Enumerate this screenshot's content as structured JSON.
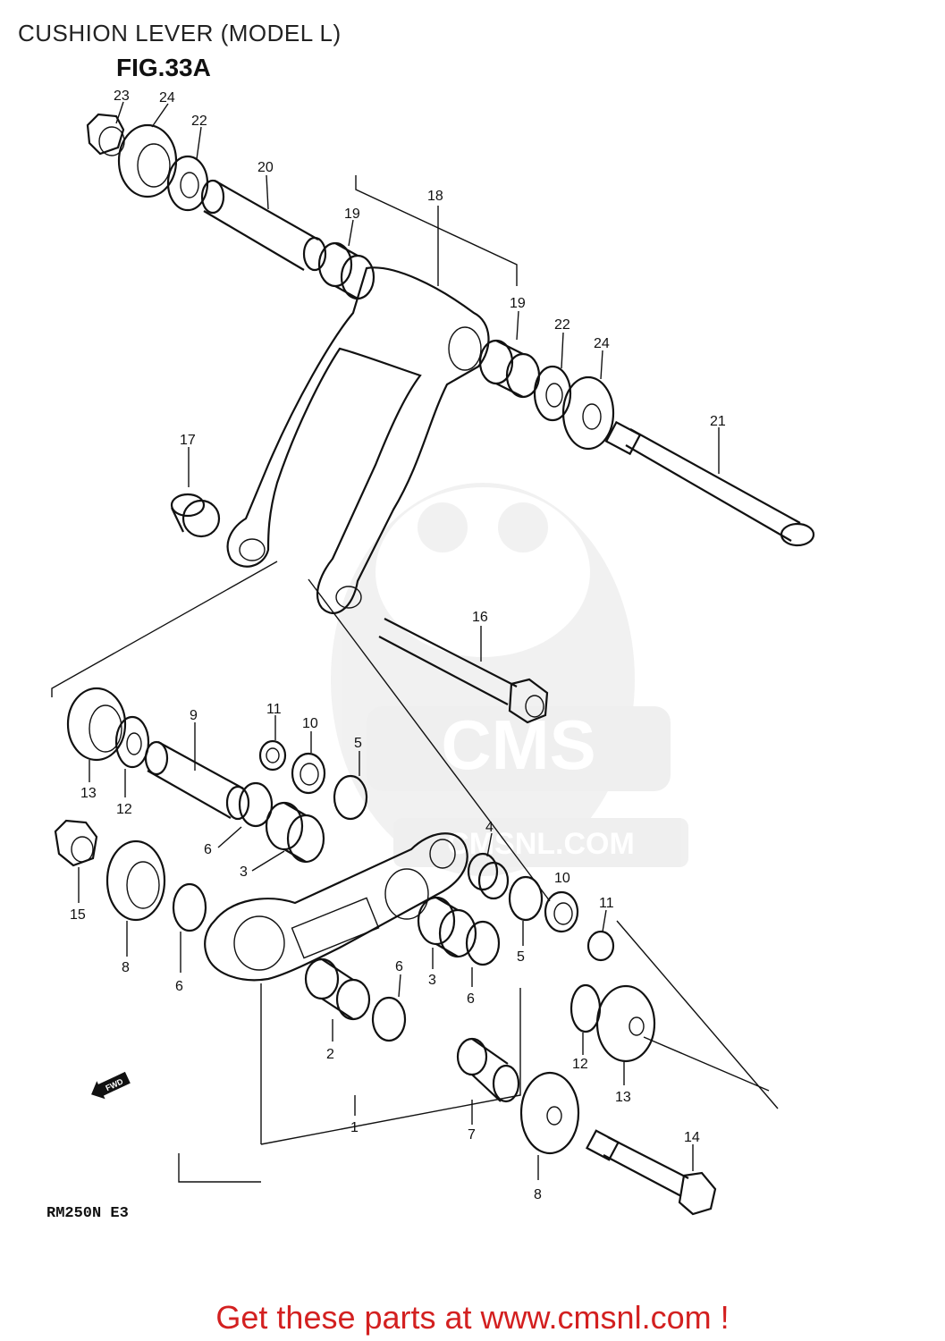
{
  "header": {
    "title": "CUSHION LEVER (MODEL L)",
    "figure": "FIG.33A"
  },
  "watermark": {
    "brand": "CMS",
    "site": "CMSNL.COM"
  },
  "fwd_marker": "FWD",
  "model_code": "RM250N E3",
  "footer": {
    "link_text": "Get these parts at www.cmsnl.com !",
    "color": "#d32020"
  },
  "callouts": [
    {
      "id": "c23a",
      "label": "23"
    },
    {
      "id": "c24a",
      "label": "24"
    },
    {
      "id": "c22a",
      "label": "22"
    },
    {
      "id": "c20",
      "label": "20"
    },
    {
      "id": "c18",
      "label": "18"
    },
    {
      "id": "c19a",
      "label": "19"
    },
    {
      "id": "c19b",
      "label": "19"
    },
    {
      "id": "c22b",
      "label": "22"
    },
    {
      "id": "c24b",
      "label": "24"
    },
    {
      "id": "c21",
      "label": "21"
    },
    {
      "id": "c17",
      "label": "17"
    },
    {
      "id": "c16",
      "label": "16"
    },
    {
      "id": "c9",
      "label": "9"
    },
    {
      "id": "c11a",
      "label": "11"
    },
    {
      "id": "c10a",
      "label": "10"
    },
    {
      "id": "c5a",
      "label": "5"
    },
    {
      "id": "c13a",
      "label": "13"
    },
    {
      "id": "c12a",
      "label": "12"
    },
    {
      "id": "c6a",
      "label": "6"
    },
    {
      "id": "c3a",
      "label": "3"
    },
    {
      "id": "c4",
      "label": "4"
    },
    {
      "id": "c10b",
      "label": "10"
    },
    {
      "id": "c11b",
      "label": "11"
    },
    {
      "id": "c15",
      "label": "15"
    },
    {
      "id": "c8a",
      "label": "8"
    },
    {
      "id": "c6b",
      "label": "6"
    },
    {
      "id": "c6c",
      "label": "6"
    },
    {
      "id": "c3b",
      "label": "3"
    },
    {
      "id": "c6d",
      "label": "6"
    },
    {
      "id": "c5b",
      "label": "5"
    },
    {
      "id": "c2",
      "label": "2"
    },
    {
      "id": "c12b",
      "label": "12"
    },
    {
      "id": "c13b",
      "label": "13"
    },
    {
      "id": "c1",
      "label": "1"
    },
    {
      "id": "c7",
      "label": "7"
    },
    {
      "id": "c8b",
      "label": "8"
    },
    {
      "id": "c14",
      "label": "14"
    }
  ]
}
